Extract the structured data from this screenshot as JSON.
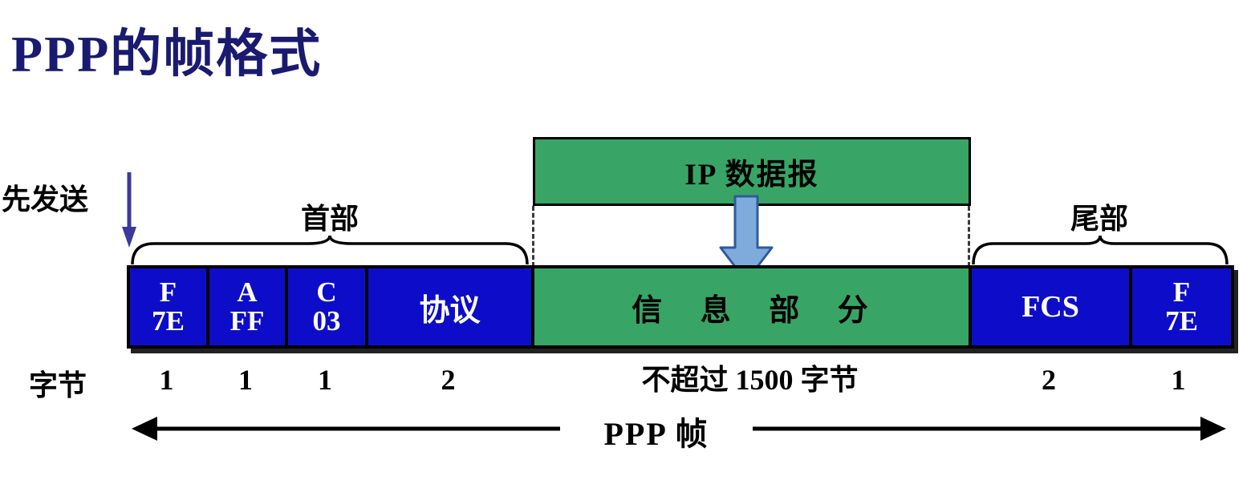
{
  "title": "PPP的帧格式",
  "labels": {
    "send_first": "先发送",
    "header": "首部",
    "trailer": "尾部",
    "ip_datagram": "IP 数据报",
    "byte_unit": "字节",
    "ppp_frame": "PPP 帧"
  },
  "frame": {
    "fields": [
      {
        "line1": "F",
        "line2": "7E",
        "bytes": "1",
        "color": "blue"
      },
      {
        "line1": "A",
        "line2": "FF",
        "bytes": "1",
        "color": "blue"
      },
      {
        "line1": "C",
        "line2": "03",
        "bytes": "1",
        "color": "blue"
      },
      {
        "label": "协议",
        "bytes": "2",
        "color": "blue"
      },
      {
        "label": "信 息 部 分",
        "bytes": "不超过 1500 字节",
        "color": "green"
      },
      {
        "label": "FCS",
        "bytes": "2",
        "color": "blue"
      },
      {
        "line1": "F",
        "line2": "7E",
        "bytes": "1",
        "color": "blue"
      }
    ]
  },
  "colors": {
    "title": "#1a1a70",
    "field_blue": "#0d0dc9",
    "field_green": "#38a566",
    "arrow_fill": "#7fabdc",
    "arrow_stroke": "#2d5b9e"
  }
}
